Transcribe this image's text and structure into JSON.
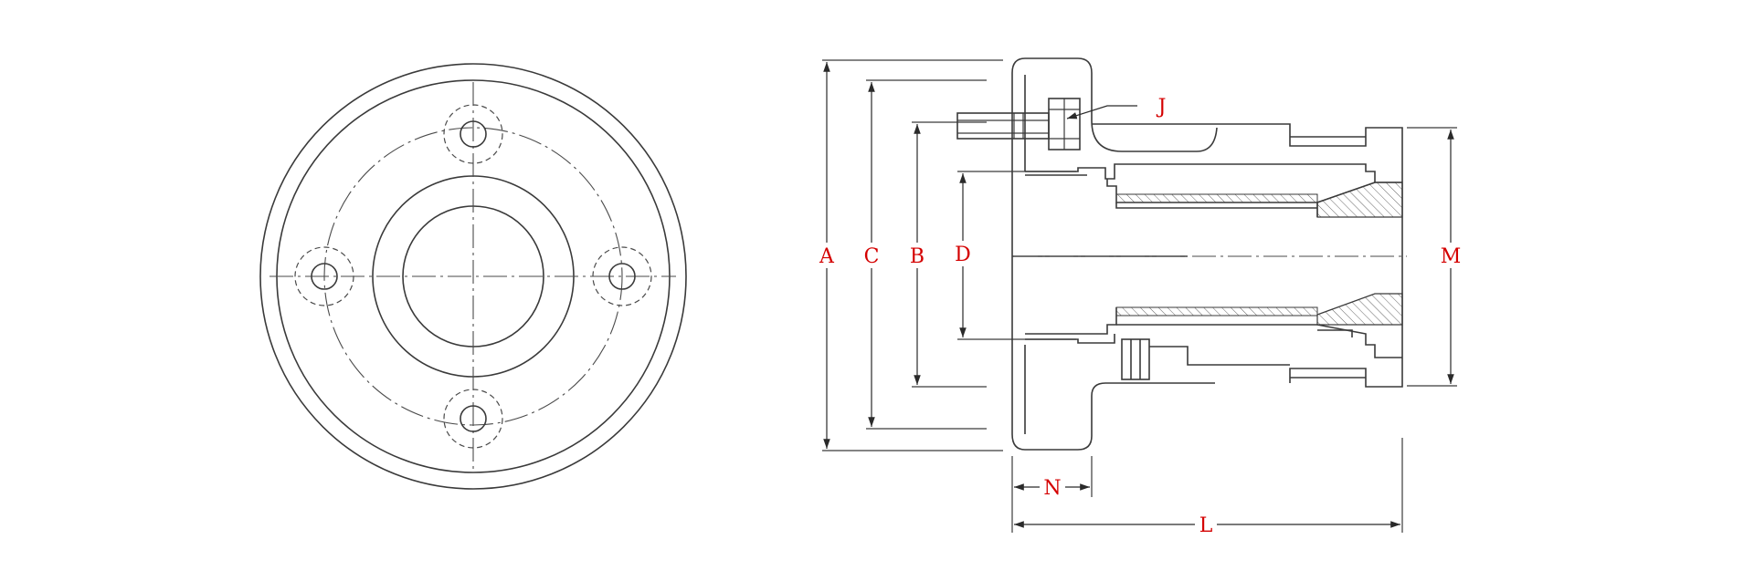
{
  "labels": {
    "A": "A",
    "B": "B",
    "C": "C",
    "D": "D",
    "J": "J",
    "L": "L",
    "M": "M",
    "N": "N"
  },
  "colors": {
    "label": "#d40000",
    "line": "#3a3a3a"
  }
}
